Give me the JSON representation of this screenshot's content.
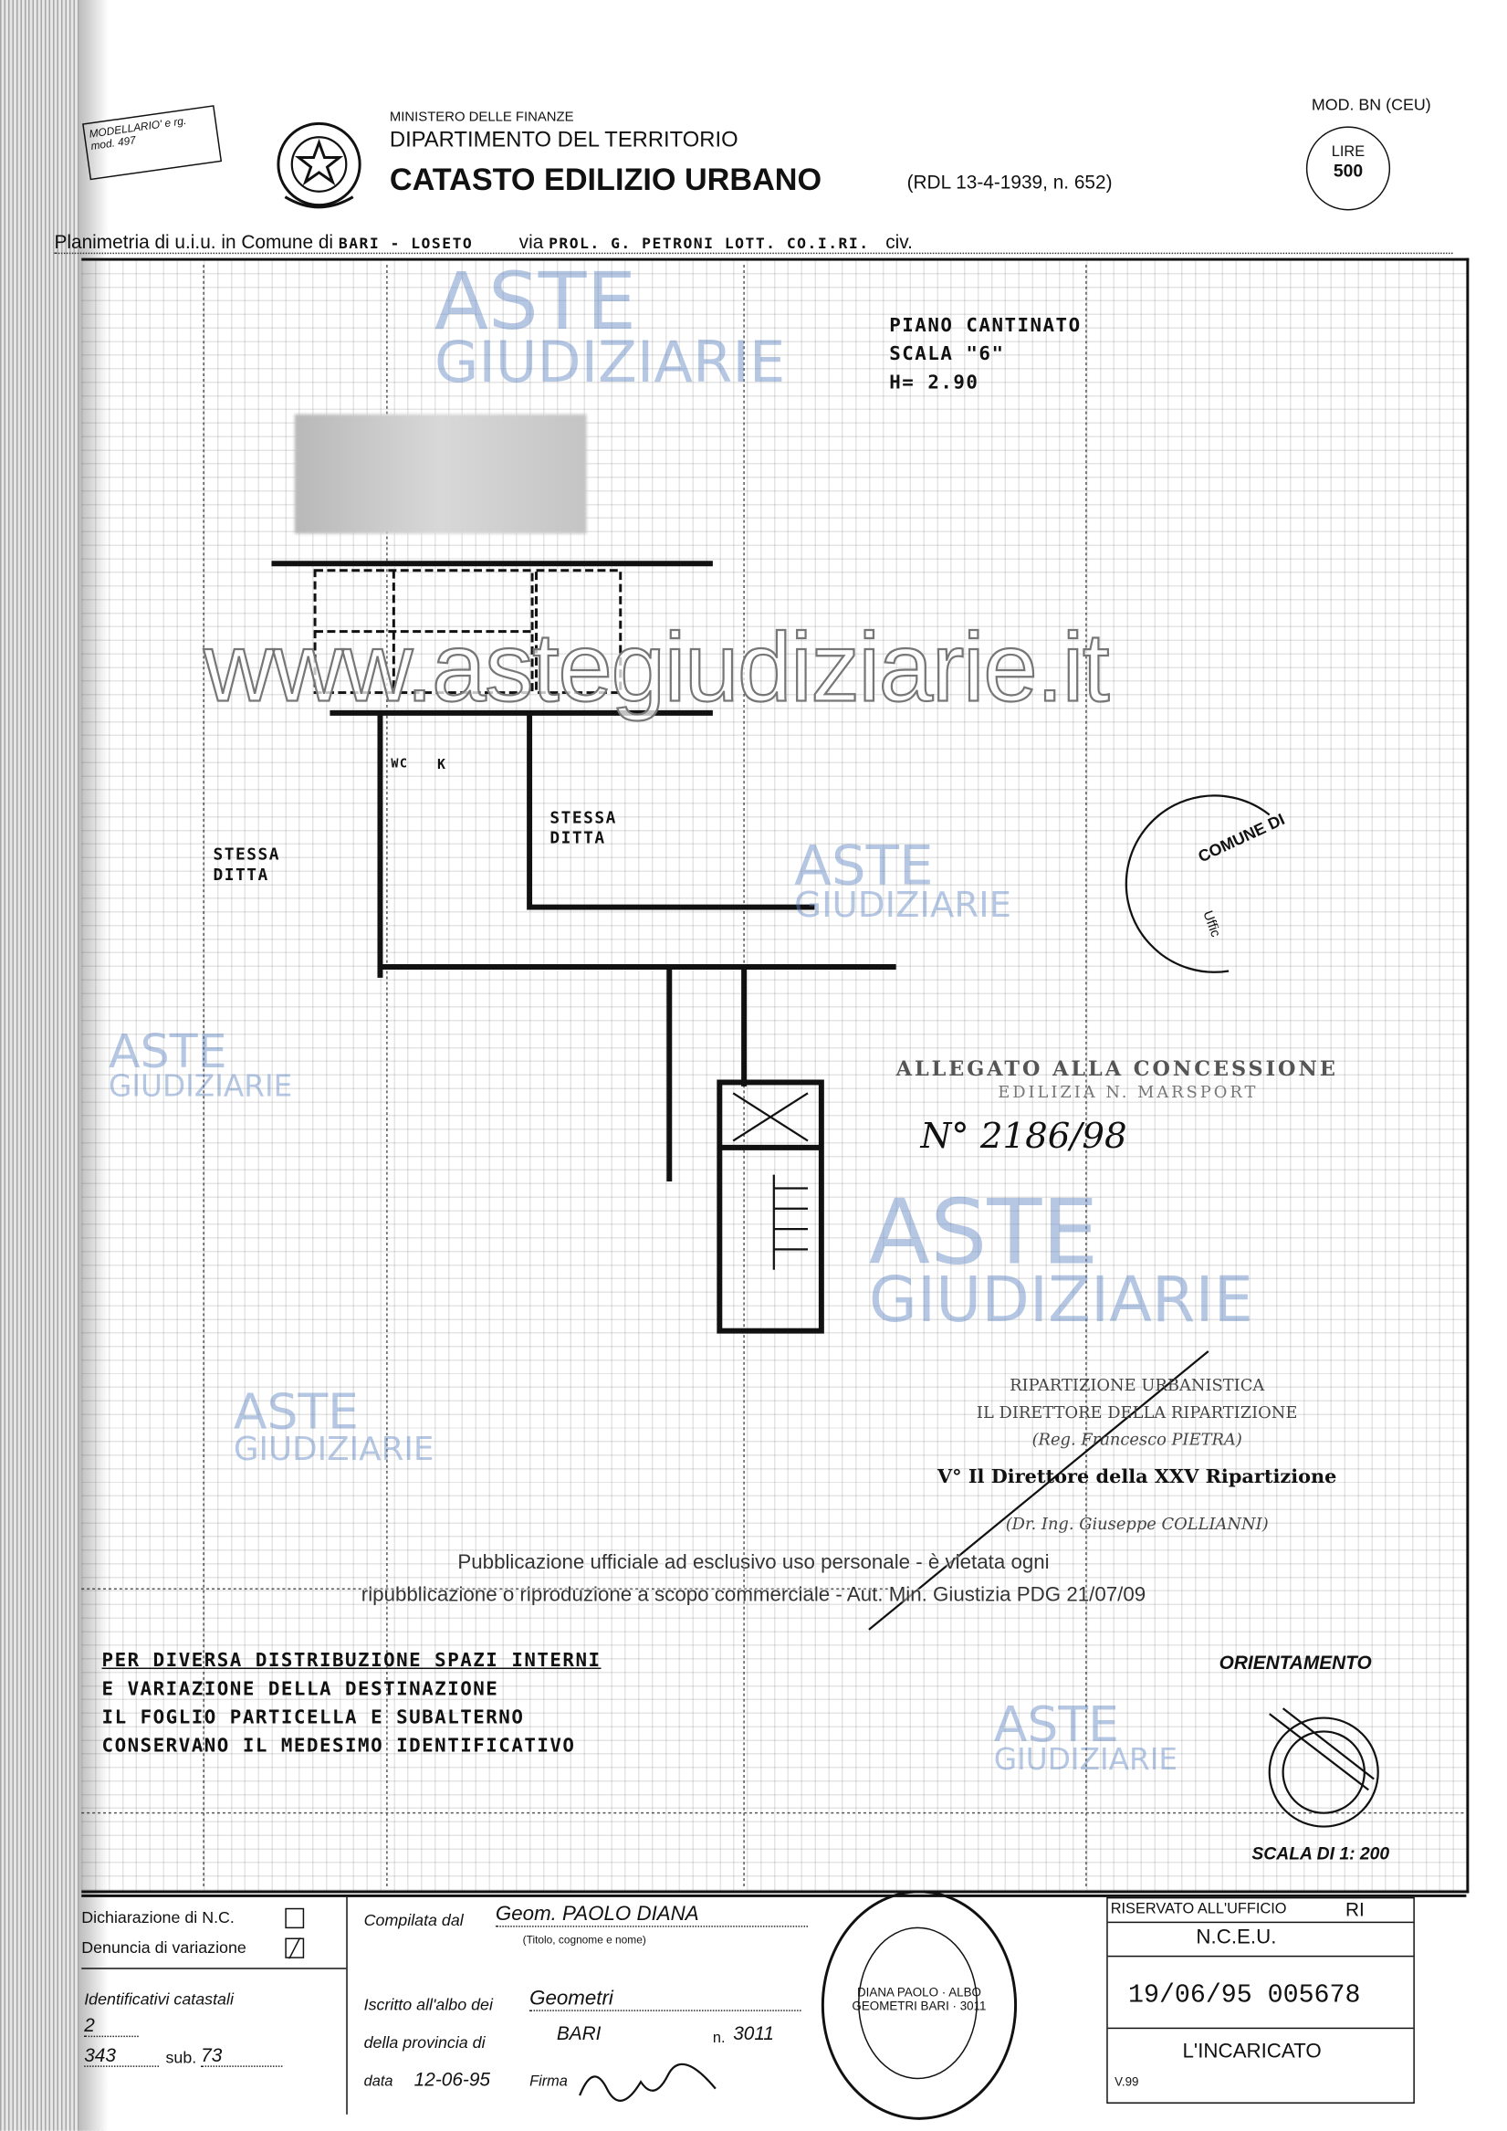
{
  "header": {
    "stamp_box": "MODELLARIO' e rg. mod. 497",
    "ministry": "MINISTERO DELLE FINANZE",
    "department": "DIPARTIMENTO DEL TERRITORIO",
    "title": "CATASTO EDILIZIO URBANO",
    "law_ref": "(RDL 13-4-1939, n. 652)",
    "model": "MOD. BN (CEU)",
    "fee_label": "LIRE",
    "fee_value": "500"
  },
  "address_line": {
    "prefix": "Planimetria di u.i.u. in Comune di",
    "comune": "BARI - LOSETO",
    "via_label": "via",
    "via": "PROL. G. PETRONI LOTT. CO.I.RI.",
    "civ_label": "civ."
  },
  "plan": {
    "floor": "PIANO CANTINATO",
    "stair": "SCALA \"6\"",
    "height": "H= 2.90",
    "labels": [
      "STESSA DITTA",
      "STESSA DITTA",
      "WC",
      "K"
    ]
  },
  "stamps": {
    "comune": "COMUNE DI",
    "comune_sub": "Uffic",
    "allegato_line1": "ALLEGATO ALLA CONCESSIONE",
    "allegato_line2": "EDILIZIA N. MARSPORT",
    "allegato_number": "N° 2186/98",
    "rip_line1": "RIPARTIZIONE URBANISTICA",
    "rip_line2": "IL DIRETTORE DELLA RIPARTIZIONE",
    "rip_line3": "(Reg. Francesco PIETRA)",
    "rip_line4": "V° Il Direttore della XXV Ripartizione",
    "rip_line5": "(Dr. Ing. Giuseppe COLLIANNI)"
  },
  "notes": [
    "PER DIVERSA DISTRIBUZIONE SPAZI INTERNI",
    "E VARIAZIONE DELLA DESTINAZIONE",
    "IL FOGLIO PARTICELLA E SUBALTERNO",
    "CONSERVANO IL MEDESIMO IDENTIFICATIVO"
  ],
  "orientation_label": "ORIENTAMENTO",
  "scale_label": "SCALA DI 1: 200",
  "footer": {
    "dichiarazione_nc": "Dichiarazione di N.C.",
    "denuncia_variazione": "Denuncia di variazione",
    "denuncia_checked": true,
    "identificativi_label": "Identificativi catastali",
    "foglio": "2",
    "particella": "343",
    "sub_label": "sub.",
    "sub": "73",
    "compilata_label": "Compilata dal",
    "compilata_value": "Geom. PAOLO DIANA",
    "compilata_hint": "(Titolo, cognome e nome)",
    "albo_label": "Iscritto all'albo dei",
    "albo_value": "Geometri",
    "provincia_label": "della provincia di",
    "provincia_value": "BARI",
    "albo_number_label": "n.",
    "albo_number": "3011",
    "data_label": "data",
    "data_value": "12-06-95",
    "firma_label": "Firma",
    "seal_text": "DIANA PAOLO · ALBO GEOMETRI BARI · 3011",
    "reserved_label": "RISERVATO ALL'UFFICIO",
    "office_ri": "RI",
    "nceu": "N.C.E.U.",
    "protocol": "19/06/95 005678",
    "incaricato": "L'INCARICATO",
    "visto": "V.99"
  },
  "watermark": {
    "brand_top": "ASTE",
    "brand_bottom": "GIUDIZIARIE",
    "url": "www.astegiudiziarie.it",
    "notice_line1": "Pubblicazione ufficiale ad esclusivo uso personale - è vietata ogni",
    "notice_line2": "ripubblicazione o riproduzione a scopo commerciale - Aut. Min. Giustizia PDG 21/07/09"
  }
}
